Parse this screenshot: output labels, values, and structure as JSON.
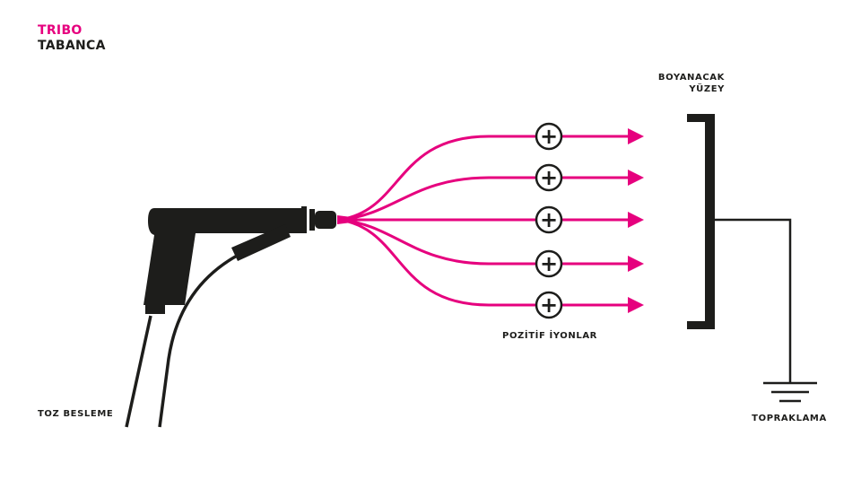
{
  "title": {
    "line1": "TRIBO",
    "line2": "TABANCA"
  },
  "labels": {
    "surface_line1": "BOYANACAK",
    "surface_line2": "YÜZEY",
    "ions": "POZİTİF İYONLAR",
    "powder_feed": "TOZ BESLEME",
    "grounding": "TOPRAKLAMA"
  },
  "ion_symbol": "+",
  "colors": {
    "accent": "#e6007e",
    "dark": "#1d1d1b"
  },
  "icons": [
    "spray-gun-icon",
    "ground-symbol-icon",
    "plus-ion-icon",
    "arrowhead-icon"
  ]
}
